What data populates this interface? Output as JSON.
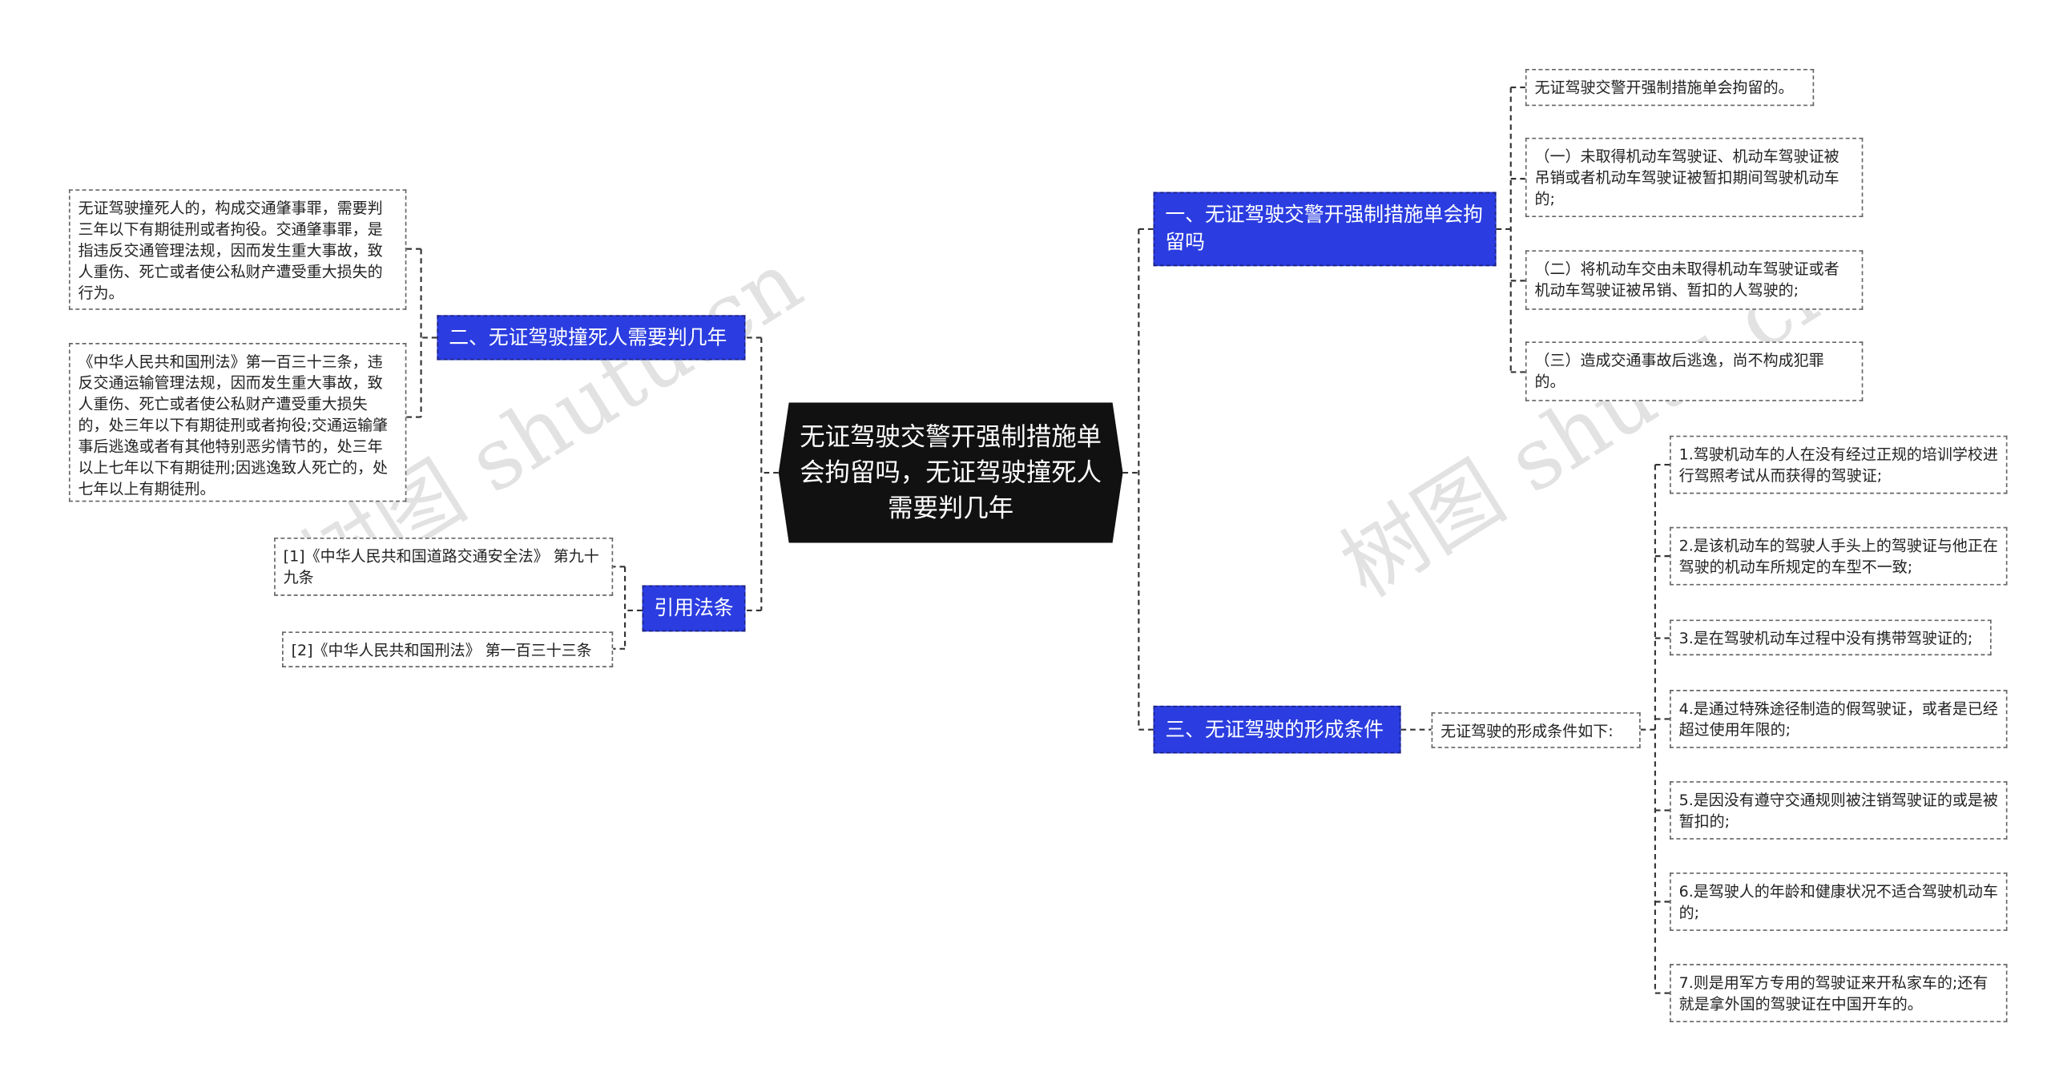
{
  "root": {
    "title": "无证驾驶交警开强制措施单会拘留吗，无证驾驶撞死人需要判几年"
  },
  "branches": {
    "b1": {
      "label": "一、无证驾驶交警开强制措施单会拘留吗",
      "leaves": [
        "无证驾驶交警开强制措施单会拘留的。",
        "（一）未取得机动车驾驶证、机动车驾驶证被吊销或者机动车驾驶证被暂扣期间驾驶机动车的;",
        "（二）将机动车交由未取得机动车驾驶证或者机动车驾驶证被吊销、暂扣的人驾驶的;",
        "（三）造成交通事故后逃逸，尚不构成犯罪的。"
      ]
    },
    "b2": {
      "label": "二、无证驾驶撞死人需要判几年",
      "leaves": [
        "无证驾驶撞死人的，构成交通肇事罪，需要判三年以下有期徒刑或者拘役。交通肇事罪，是指违反交通管理法规，因而发生重大事故，致人重伤、死亡或者使公私财产遭受重大损失的行为。",
        "《中华人民共和国刑法》第一百三十三条，违反交通运输管理法规，因而发生重大事故，致人重伤、死亡或者使公私财产遭受重大损失的，处三年以下有期徒刑或者拘役;交通运输肇事后逃逸或者有其他特别恶劣情节的，处三年以上七年以下有期徒刑;因逃逸致人死亡的，处七年以上有期徒刑。"
      ]
    },
    "b3": {
      "label": "三、无证驾驶的形成条件",
      "intro": "无证驾驶的形成条件如下:",
      "leaves": [
        "1.驾驶机动车的人在没有经过正规的培训学校进行驾照考试从而获得的驾驶证;",
        "2.是该机动车的驾驶人手头上的驾驶证与他正在驾驶的机动车所规定的车型不一致;",
        "3.是在驾驶机动车过程中没有携带驾驶证的;",
        "4.是通过特殊途径制造的假驾驶证，或者是已经超过使用年限的;",
        "5.是因没有遵守交通规则被注销驾驶证的或是被暂扣的;",
        "6.是驾驶人的年龄和健康状况不适合驾驶机动车的;",
        "7.则是用军方专用的驾驶证来开私家车的;还有就是拿外国的驾驶证在中国开车的。"
      ]
    },
    "b4": {
      "label": "引用法条",
      "leaves": [
        "[1]《中华人民共和国道路交通安全法》 第九十九条",
        "[2]《中华人民共和国刑法》 第一百三十三条"
      ]
    }
  },
  "watermarks": [
    "树图 shutu.cn",
    "树图 shutu.cn"
  ],
  "colors": {
    "root_bg": "#111111",
    "branch_bg": "#2b3de0",
    "leaf_border": "#666666"
  }
}
